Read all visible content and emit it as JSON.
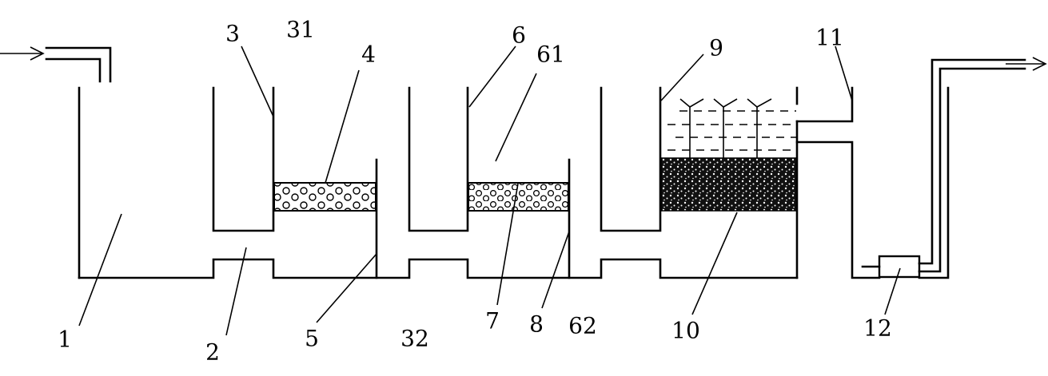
{
  "labels": {
    "l1": "1",
    "l2": "2",
    "l3": "3",
    "l31": "31",
    "l32": "32",
    "l4": "4",
    "l5": "5",
    "l6": "6",
    "l61": "61",
    "l62": "62",
    "l7": "7",
    "l8": "8",
    "l9": "9",
    "l10": "10",
    "l11": "11",
    "l12": "12"
  }
}
